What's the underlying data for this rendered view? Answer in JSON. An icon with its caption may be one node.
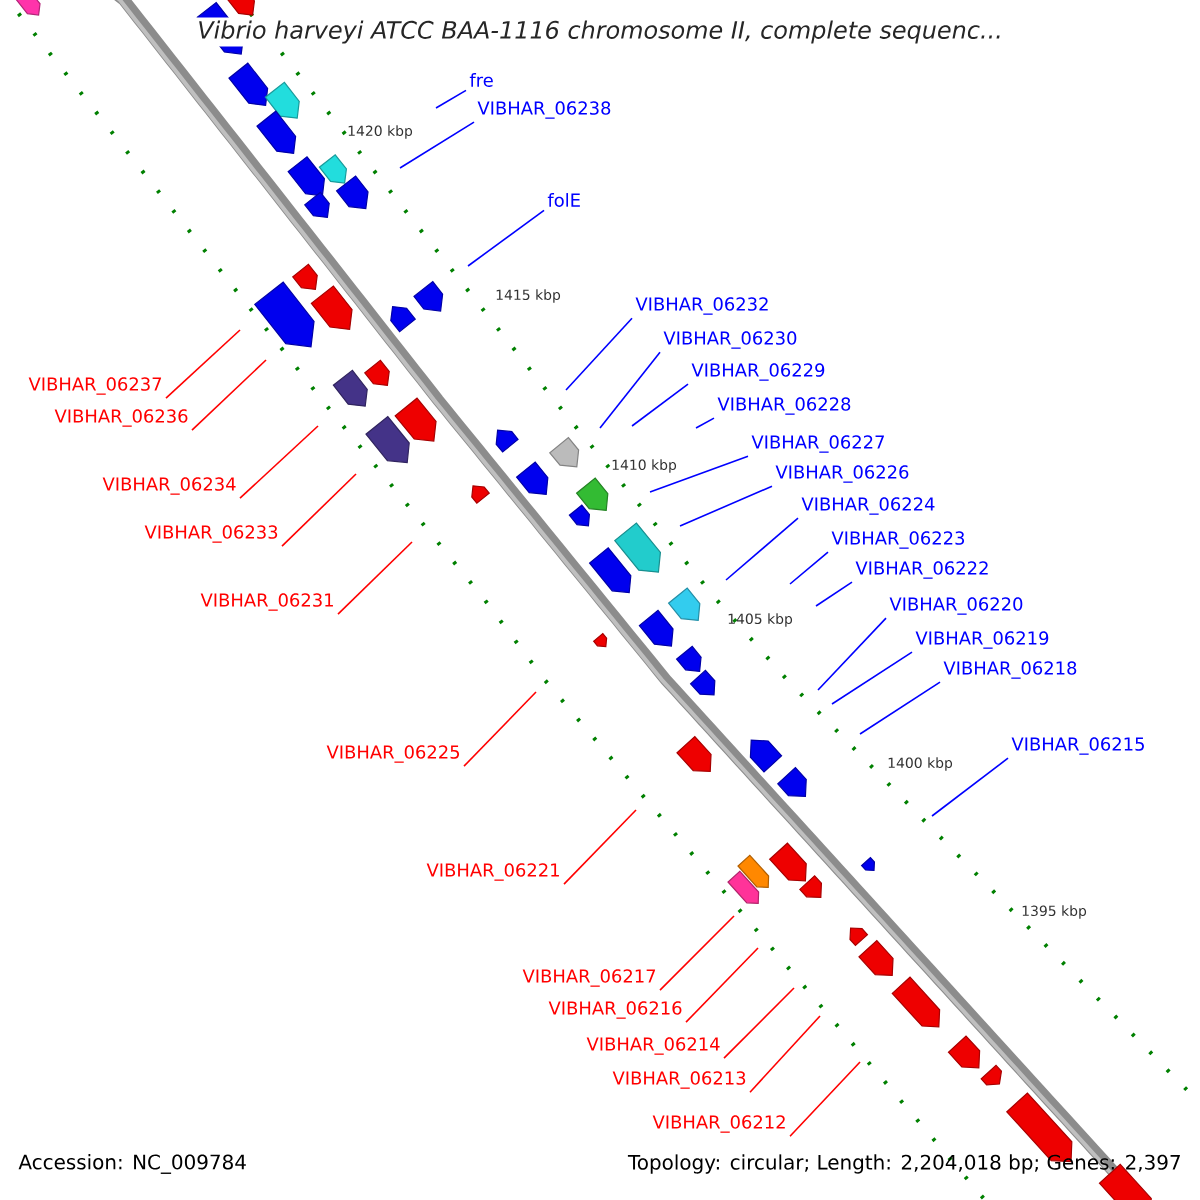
{
  "diagram": {
    "title": "Vibrio harveyi ATCC BAA-1116 chromosome II, complete sequenc...",
    "nodes": [
      {
        "text": [
          "fre"
        ]
      },
      {
        "text": [
          "VIBHAR_06238"
        ]
      },
      {
        "text": [
          "folE"
        ]
      },
      {
        "text": [
          "VIBHAR_06232"
        ]
      },
      {
        "text": [
          "VIBHAR_06230"
        ]
      },
      {
        "text": [
          "VIBHAR_06229"
        ]
      },
      {
        "text": [
          "VIBHAR_06237"
        ]
      },
      {
        "text": [
          "VIBHAR_06228"
        ]
      },
      {
        "text": [
          "VIBHAR_06236"
        ]
      },
      {
        "text": [
          "VIBHAR_06227"
        ]
      },
      {
        "text": [
          "VIBHAR_06226"
        ]
      },
      {
        "text": [
          "VIBHAR_06234"
        ]
      },
      {
        "text": [
          "VIBHAR_06224"
        ]
      },
      {
        "text": [
          "VIBHAR_06233"
        ]
      },
      {
        "text": [
          "VIBHAR_06223"
        ]
      },
      {
        "text": [
          "VIBHAR_06222"
        ]
      },
      {
        "text": [
          "VIBHAR_06231"
        ]
      },
      {
        "text": [
          "VIBHAR_06220"
        ]
      },
      {
        "text": [
          "VIBHAR_06219"
        ]
      },
      {
        "text": [
          "VIBHAR_06218"
        ]
      },
      {
        "text": [
          "VIBHAR_06225"
        ]
      },
      {
        "text": [
          "VIBHAR_06215"
        ]
      },
      {
        "text": [
          "VIBHAR_06221"
        ]
      },
      {
        "text": [
          "VIBHAR_06217"
        ]
      },
      {
        "text": [
          "VIBHAR_06216"
        ]
      },
      {
        "text": [
          "VIBHAR_06214"
        ]
      },
      {
        "text": [
          "VIBHAR_06213"
        ]
      },
      {
        "text": [
          "VIBHAR_06212"
        ]
      }
    ],
    "edges": [
      {
        "from": 0,
        "to": null,
        "arrow": "none"
      },
      {
        "from": 1,
        "to": null,
        "arrow": "none"
      },
      {
        "from": 2,
        "to": null,
        "arrow": "none"
      },
      {
        "from": 3,
        "to": null,
        "arrow": "none"
      },
      {
        "from": 4,
        "to": null,
        "arrow": "none"
      },
      {
        "from": 5,
        "to": null,
        "arrow": "none"
      },
      {
        "from": 6,
        "to": null,
        "arrow": "none",
        "color": "#ff0000"
      },
      {
        "from": 7,
        "to": null,
        "arrow": "none"
      },
      {
        "from": 8,
        "to": null,
        "arrow": "none",
        "color": "#ff0000"
      },
      {
        "from": 9,
        "to": null,
        "arrow": "none"
      },
      {
        "from": 10,
        "to": null,
        "arrow": "none"
      },
      {
        "from": 11,
        "to": null,
        "arrow": "none",
        "color": "#ff0000"
      },
      {
        "from": 12,
        "to": null,
        "arrow": "none"
      },
      {
        "from": 13,
        "to": null,
        "arrow": "none",
        "color": "#ff0000"
      },
      {
        "from": 14,
        "to": null,
        "arrow": "none"
      },
      {
        "from": 15,
        "to": null,
        "arrow": "none"
      },
      {
        "from": 16,
        "to": null,
        "arrow": "none",
        "color": "#ff0000"
      },
      {
        "from": 17,
        "to": null,
        "arrow": "none"
      },
      {
        "from": 18,
        "to": null,
        "arrow": "none"
      },
      {
        "from": 19,
        "to": null,
        "arrow": "none"
      },
      {
        "from": 20,
        "to": null,
        "arrow": "none",
        "color": "#ff0000"
      },
      {
        "from": 21,
        "to": null,
        "arrow": "none"
      },
      {
        "from": 22,
        "to": null,
        "arrow": "none",
        "color": "#ff0000"
      },
      {
        "from": 23,
        "to": null,
        "arrow": "none",
        "color": "#ff0000"
      },
      {
        "from": 24,
        "to": null,
        "arrow": "none",
        "color": "#ff0000"
      },
      {
        "from": 25,
        "to": null,
        "arrow": "none",
        "color": "#ff0000"
      },
      {
        "from": 26,
        "to": null,
        "arrow": "none",
        "color": "#ff0000"
      },
      {
        "from": 27,
        "to": null,
        "arrow": "none",
        "color": "#ff0000"
      }
    ],
    "labels": [
      "1420 kbp",
      "1415 kbp",
      "1410 kbp",
      "1405 kbp",
      "1400 kbp",
      "1395 kbp",
      "Accession: NC_009784",
      "Topology: circular; Length: 2,204,018 bp; Genes: 2,397"
    ]
  }
}
